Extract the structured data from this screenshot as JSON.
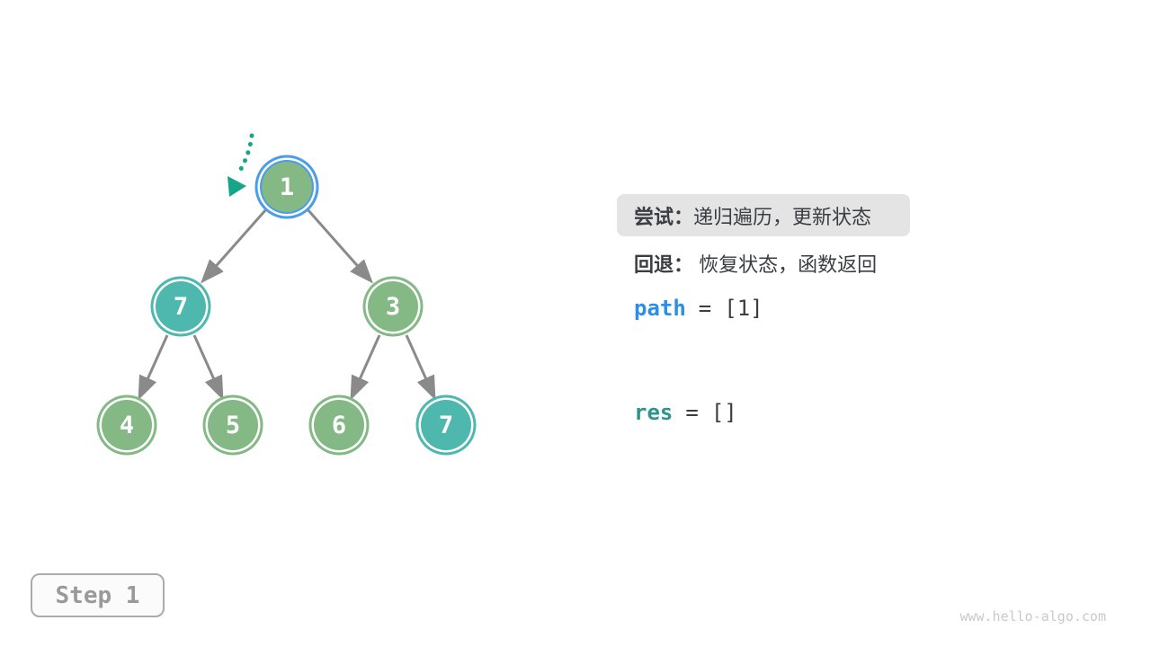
{
  "diagram": {
    "tree": {
      "nodes": [
        {
          "value": "1",
          "role": "current"
        },
        {
          "value": "7",
          "role": "teal"
        },
        {
          "value": "3",
          "role": "green"
        },
        {
          "value": "4",
          "role": "green"
        },
        {
          "value": "5",
          "role": "green"
        },
        {
          "value": "6",
          "role": "green"
        },
        {
          "value": "7",
          "role": "teal"
        }
      ],
      "edges": [
        [
          0,
          1
        ],
        [
          0,
          2
        ],
        [
          1,
          3
        ],
        [
          1,
          4
        ],
        [
          2,
          5
        ],
        [
          2,
          6
        ]
      ]
    },
    "legend": {
      "try_label": "尝试：",
      "try_text": "递归遍历，更新状态",
      "back_label": "回退：",
      "back_text": "恢复状态，函数返回"
    },
    "state": {
      "path_name": "path",
      "path_op": "=",
      "path_value": "[1]",
      "res_name": "res",
      "res_op": "=",
      "res_value": "[]"
    },
    "step_label": "Step 1",
    "watermark": "www.hello-algo.com",
    "colors": {
      "node_green": "#84B985",
      "node_teal": "#4EB8AF",
      "current_ring_blue": "#4A9DE8",
      "pointer_arrow_teal": "#17A589",
      "edge_gray": "#8A8A8A",
      "path_blue": "#2B8FE9",
      "res_teal": "#2E958D",
      "chip_gray": "#E4E4E4"
    }
  }
}
